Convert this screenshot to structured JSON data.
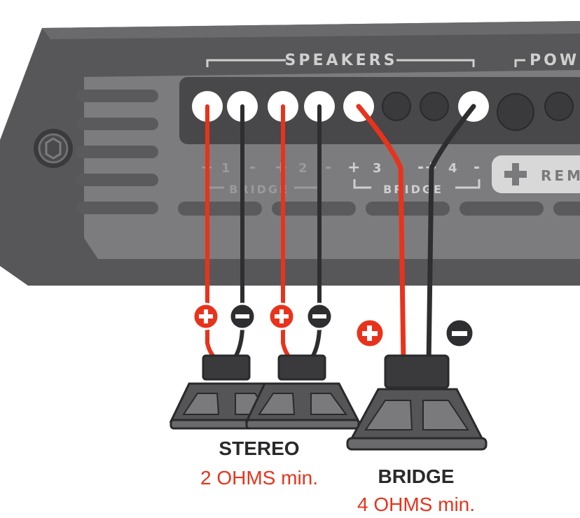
{
  "amp": {
    "section_speakers": "SPEAKERS",
    "section_power": "POWE",
    "remote_label": "REM",
    "channels": [
      "1",
      "2",
      "3",
      "4"
    ],
    "bridge_label_left": "BRIDGE",
    "bridge_label_right": "BRIDGE",
    "plus_sign": "+",
    "minus_sign": "-"
  },
  "colors": {
    "positive_wire": "#e8331c",
    "negative_wire": "#2e2e30",
    "amp_body": "#5a5a5c",
    "amp_panel": "#7a7a7c",
    "stereo_caption": "#e8331c",
    "bridge_caption": "#e8331c"
  },
  "configs": {
    "stereo": {
      "title": "STEREO",
      "subtitle": "2 OHMS min."
    },
    "bridge": {
      "title": "BRIDGE",
      "subtitle": "4 OHMS min."
    }
  }
}
